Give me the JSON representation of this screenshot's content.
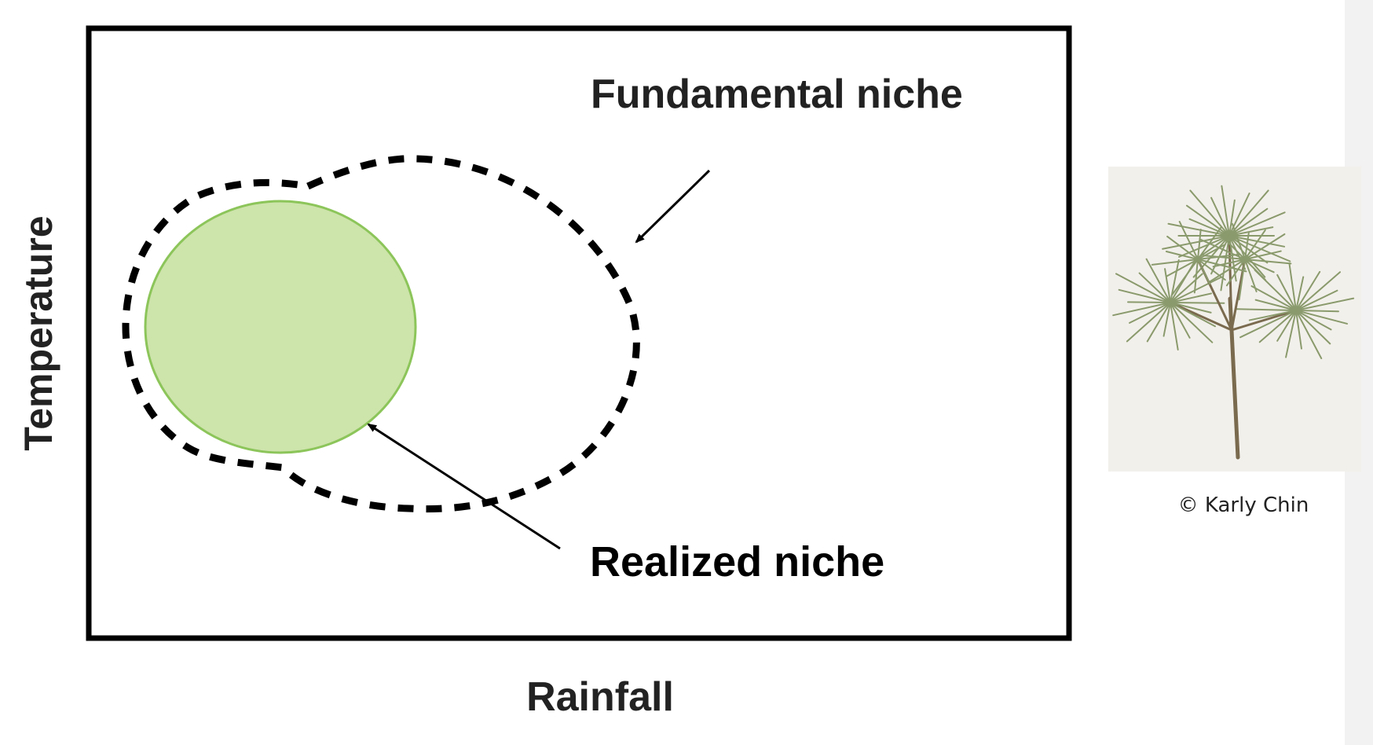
{
  "diagram": {
    "fundamental_label": "Fundamental niche",
    "realized_label": "Realized niche",
    "y_axis_label": "Temperature",
    "x_axis_label": "Rainfall",
    "realized_fill": "#cde4ab",
    "realized_stroke": "#8cc55a",
    "boundary_color": "#000000"
  },
  "illustration": {
    "subject": "pine-branch-illustration",
    "caption": "© Karly Chin",
    "background": "#f2f0eb",
    "needle_color": "#8a9a6c",
    "stem_color": "#7a6a4e"
  }
}
